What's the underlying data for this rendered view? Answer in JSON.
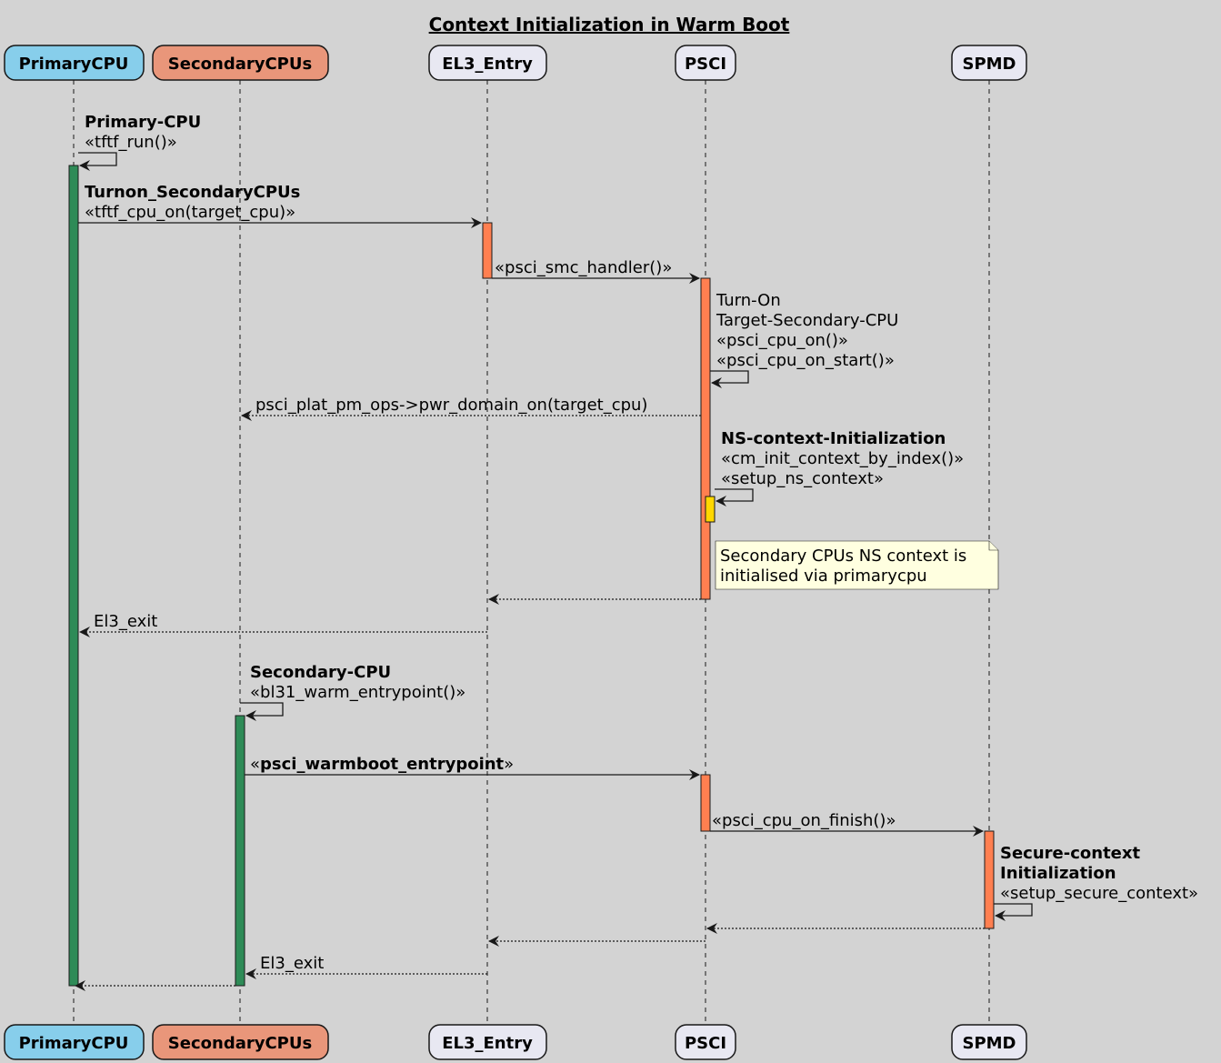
{
  "title": "Context Initialization in Warm Boot",
  "participants": [
    {
      "id": "primary",
      "label": "PrimaryCPU",
      "color": "#87ceeb"
    },
    {
      "id": "secondary",
      "label": "SecondaryCPUs",
      "color": "#e9967a"
    },
    {
      "id": "el3",
      "label": "EL3_Entry",
      "color": "#e8e8f2"
    },
    {
      "id": "psci",
      "label": "PSCI",
      "color": "#e8e8f2"
    },
    {
      "id": "spmd",
      "label": "SPMD",
      "color": "#e8e8f2"
    }
  ],
  "activation_colors": {
    "cpu": "#2e8b57",
    "call": "#ff7f50",
    "nested": "#ffd700"
  },
  "messages": {
    "m1": {
      "from": "PrimaryCPU",
      "to": "PrimaryCPU",
      "style": "solid",
      "lines": [
        "Primary-CPU",
        "«tftf_run()»"
      ]
    },
    "m2": {
      "from": "PrimaryCPU",
      "to": "EL3_Entry",
      "style": "solid",
      "lines": [
        "Turnon_SecondaryCPUs",
        "«tftf_cpu_on(target_cpu)»"
      ]
    },
    "m3": {
      "from": "EL3_Entry",
      "to": "PSCI",
      "style": "solid",
      "lines": [
        "«psci_smc_handler()»"
      ]
    },
    "m4": {
      "from": "PSCI",
      "to": "PSCI",
      "style": "solid",
      "lines": [
        "Turn-On",
        "Target-Secondary-CPU",
        "«psci_cpu_on()»",
        "«psci_cpu_on_start()»"
      ]
    },
    "m5": {
      "from": "PSCI",
      "to": "SecondaryCPUs",
      "style": "dotted",
      "lines": [
        "psci_plat_pm_ops->pwr_domain_on(target_cpu)"
      ]
    },
    "m6": {
      "from": "PSCI",
      "to": "PSCI",
      "style": "solid",
      "lines": [
        "NS-context-Initialization",
        "«cm_init_context_by_index()»",
        "«setup_ns_context»"
      ]
    },
    "m7": {
      "from": "PSCI",
      "to": "EL3_Entry",
      "style": "dotted",
      "lines": []
    },
    "m8": {
      "from": "EL3_Entry",
      "to": "PrimaryCPU",
      "style": "dotted",
      "lines": [
        "El3_exit"
      ]
    },
    "m9": {
      "from": "SecondaryCPUs",
      "to": "SecondaryCPUs",
      "style": "solid",
      "lines": [
        "Secondary-CPU",
        "«bl31_warm_entrypoint()»"
      ]
    },
    "m10": {
      "from": "SecondaryCPUs",
      "to": "PSCI",
      "style": "solid",
      "prefix": "«",
      "bold": "psci_warmboot_entrypoint",
      "suffix": "»"
    },
    "m11": {
      "from": "PSCI",
      "to": "SPMD",
      "style": "solid",
      "lines": [
        "«psci_cpu_on_finish()»"
      ]
    },
    "m12": {
      "from": "SPMD",
      "to": "SPMD",
      "style": "solid",
      "lines": [
        "Secure-context",
        "Initialization",
        "«setup_secure_context»"
      ]
    },
    "m13": {
      "from": "SPMD",
      "to": "PSCI",
      "style": "dotted",
      "lines": []
    },
    "m14": {
      "from": "PSCI",
      "to": "EL3_Entry",
      "style": "dotted",
      "lines": []
    },
    "m15": {
      "from": "EL3_Entry",
      "to": "SecondaryCPUs",
      "style": "dotted",
      "lines": [
        "El3_exit"
      ]
    },
    "m16": {
      "from": "SecondaryCPUs",
      "to": "PrimaryCPU",
      "style": "dotted",
      "lines": []
    }
  },
  "note": {
    "lines": [
      "Secondary CPUs NS context is",
      "initialised via primarycpu"
    ],
    "color": "#ffffe0"
  }
}
